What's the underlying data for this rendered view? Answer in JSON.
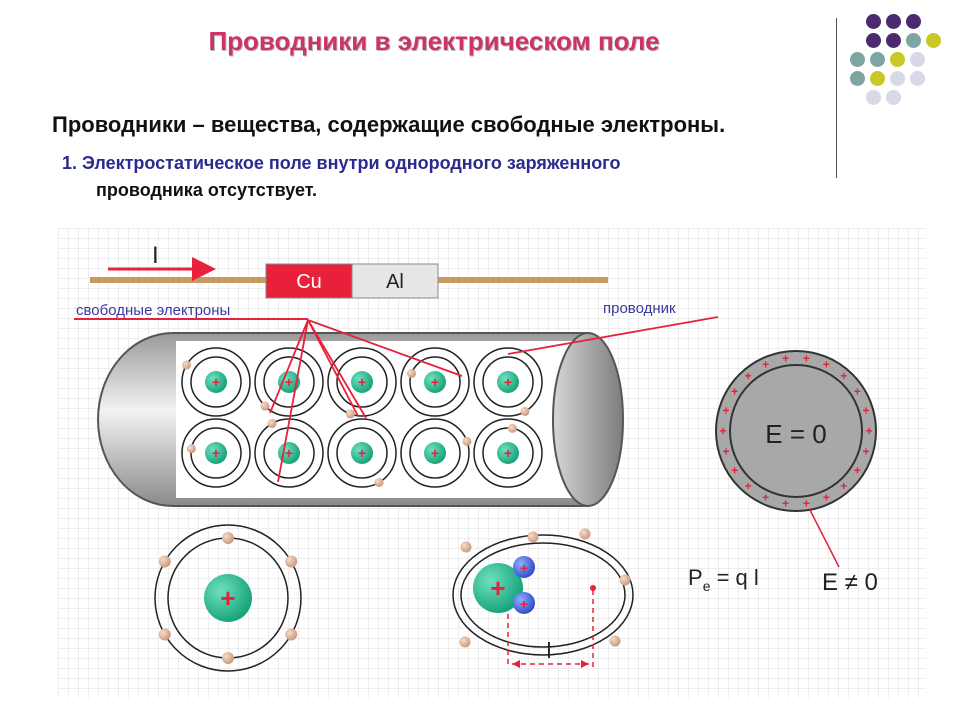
{
  "slide": {
    "title": "Проводники в электрическом поле",
    "definition": "Проводники – вещества, содержащие свободные электроны.",
    "point": {
      "number": "1.",
      "line1": "Электростатическое поле внутри однородного заряженного",
      "line2": "проводника отсутствует."
    }
  },
  "diagram": {
    "current_label": "I",
    "metal_labels": [
      "Cu",
      "Al"
    ],
    "free_electrons_label": "свободные электроны",
    "conductor_label": "проводник",
    "field_inside": "E = 0",
    "field_outside": "E ≠ 0",
    "dipole_moment": {
      "base": "P",
      "sub": "e",
      "rest": " = q l"
    },
    "length_label": "l",
    "plus_sign": "+"
  },
  "colors": {
    "title": "#cc3366",
    "accent_red": "#e8203a",
    "nucleus": "#1fb387",
    "electron": "#e8c0a0",
    "conductor_sphere": "#a8a8a8",
    "decor_dots": [
      "#4b2a6e",
      "#7fa5a3",
      "#c8c826",
      "#d8d8e6"
    ]
  }
}
